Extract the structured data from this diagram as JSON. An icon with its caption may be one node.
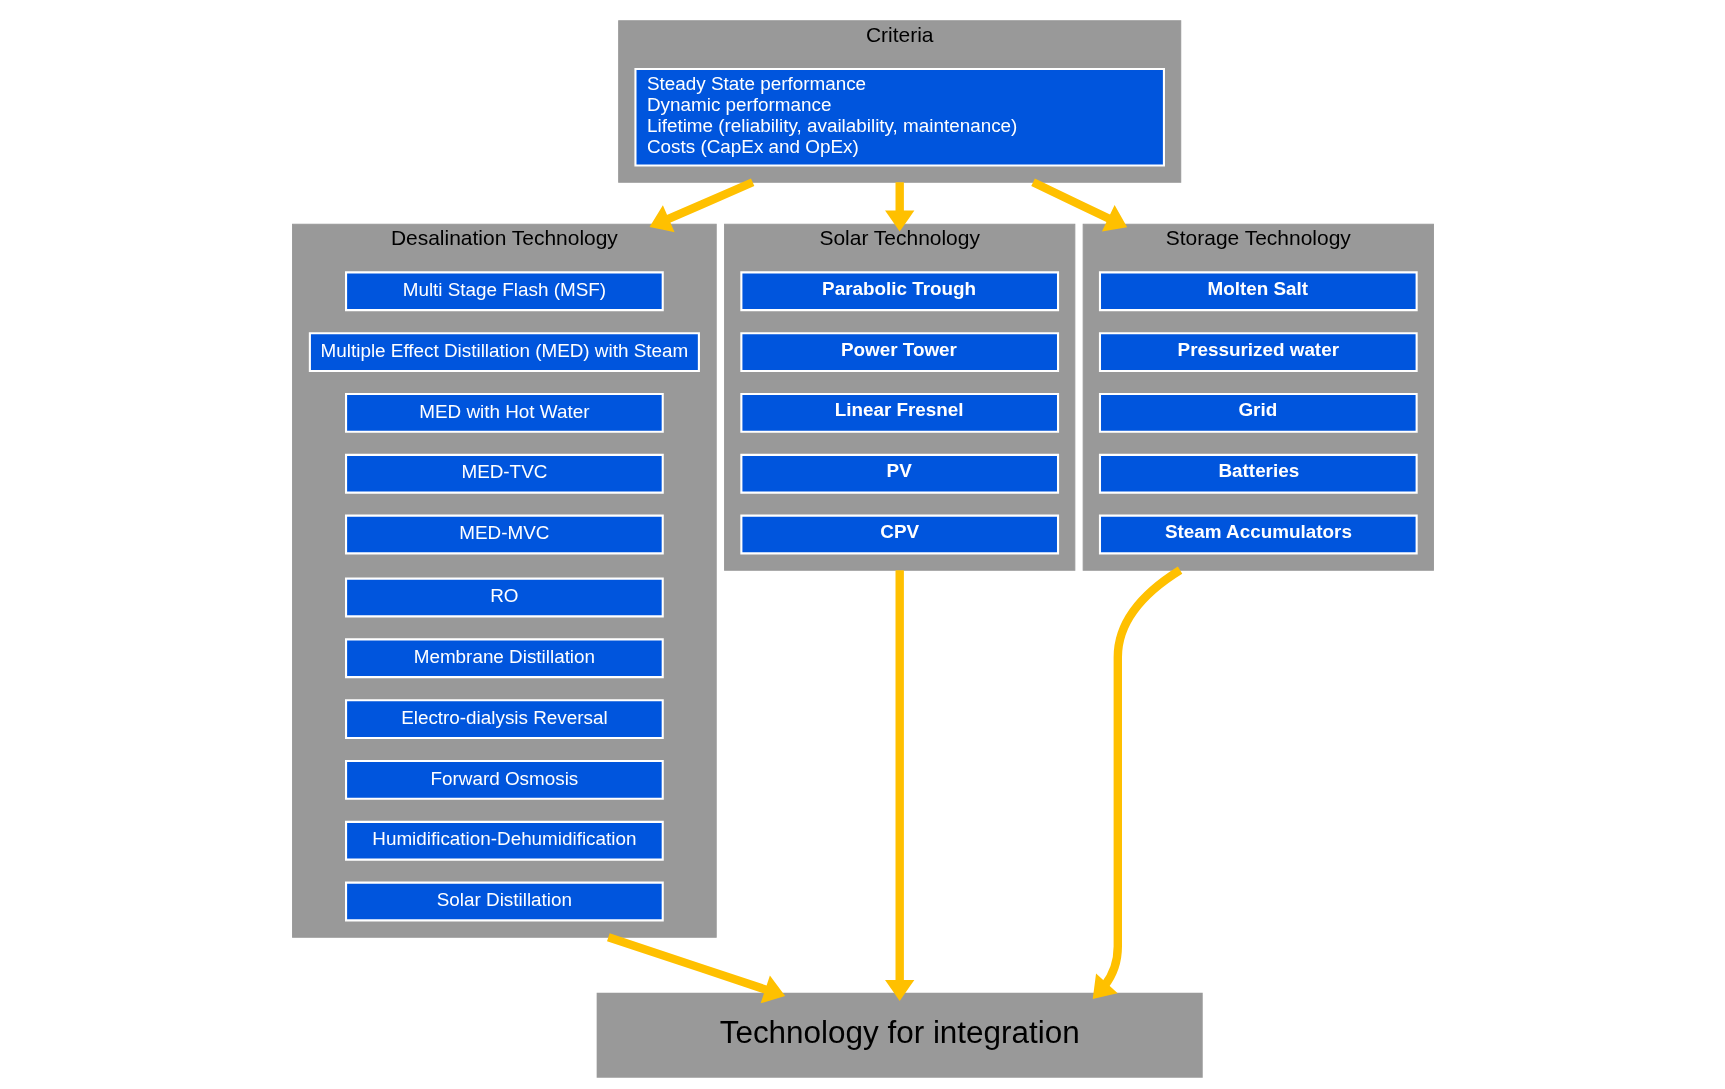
{
  "diagram": {
    "nodes": [
      {
        "text": [
          "Desalination Technology"
        ]
      },
      {
        "text": [
          "Multi Stage Flash (MSF)"
        ],
        "in": 0
      },
      {
        "text": [
          "Multiple Effect Distillation (MED) with Steam"
        ],
        "in": 0
      },
      {
        "text": [
          "MED with Hot Water"
        ],
        "in": 0
      },
      {
        "text": [
          "MED-TVC"
        ],
        "in": 0
      },
      {
        "text": [
          "MED-MVC"
        ],
        "in": 0
      },
      {
        "text": [
          "RO"
        ],
        "in": 0
      },
      {
        "text": [
          "Membrane Distillation"
        ],
        "in": 0
      },
      {
        "text": [
          "Electro-dialysis Reversal"
        ],
        "in": 0
      },
      {
        "text": [
          "Forward Osmosis"
        ],
        "in": 0
      },
      {
        "text": [
          "Humidification-Dehumidification"
        ],
        "in": 0
      },
      {
        "text": [
          "Solar Distillation"
        ],
        "in": 0
      },
      {
        "text": [
          "Criteria"
        ]
      },
      {
        "text": [
          "Steady State performance",
          "Dynamic performance",
          "Lifetime (reliability, availability, maintenance)",
          "Costs (CapEx and OpEx)"
        ],
        "in": 12
      },
      {
        "text": [
          "Solar Technology"
        ]
      },
      {
        "text": [
          "Parabolic Trough"
        ],
        "in": 14
      },
      {
        "text": [
          "Power Tower"
        ],
        "in": 14
      },
      {
        "text": [
          "Linear Fresnel"
        ],
        "in": 14
      },
      {
        "text": [
          "PV"
        ],
        "in": 14
      },
      {
        "text": [
          "CPV"
        ],
        "in": 14
      },
      {
        "text": [
          "Storage Technology"
        ]
      },
      {
        "text": [
          "Molten Salt"
        ],
        "in": 20
      },
      {
        "text": [
          "Pressurized water"
        ],
        "in": 20
      },
      {
        "text": [
          "Grid"
        ],
        "in": 20
      },
      {
        "text": [
          "Batteries"
        ],
        "in": 20
      },
      {
        "text": [
          "Steam Accumulators"
        ],
        "in": 20
      },
      {
        "text": [
          "Technology for integration"
        ]
      }
    ],
    "edges": [
      {
        "from": 12,
        "to": 0,
        "arrow": "to"
      },
      {
        "from": 12,
        "to": 14,
        "arrow": "to"
      },
      {
        "from": 12,
        "to": 20,
        "arrow": "to"
      },
      {
        "from": 14,
        "to": 26,
        "arrow": "to"
      },
      {
        "from": 20,
        "to": 26,
        "arrow": "to"
      },
      {
        "from": 0,
        "to": 26,
        "arrow": "to"
      }
    ]
  }
}
